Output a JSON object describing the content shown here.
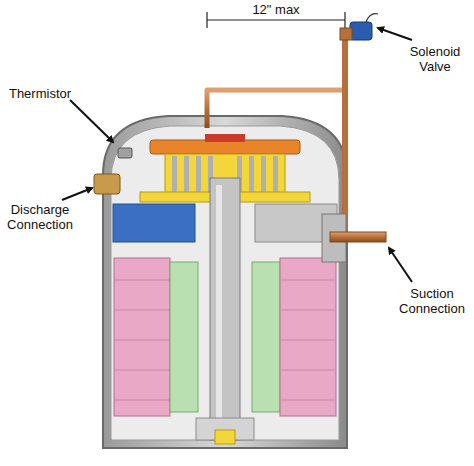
{
  "diagram": {
    "labels": [
      "12\" max",
      "Thermistor",
      "Discharge Connection",
      "Solenoid Valve",
      "Suction Connection"
    ]
  }
}
